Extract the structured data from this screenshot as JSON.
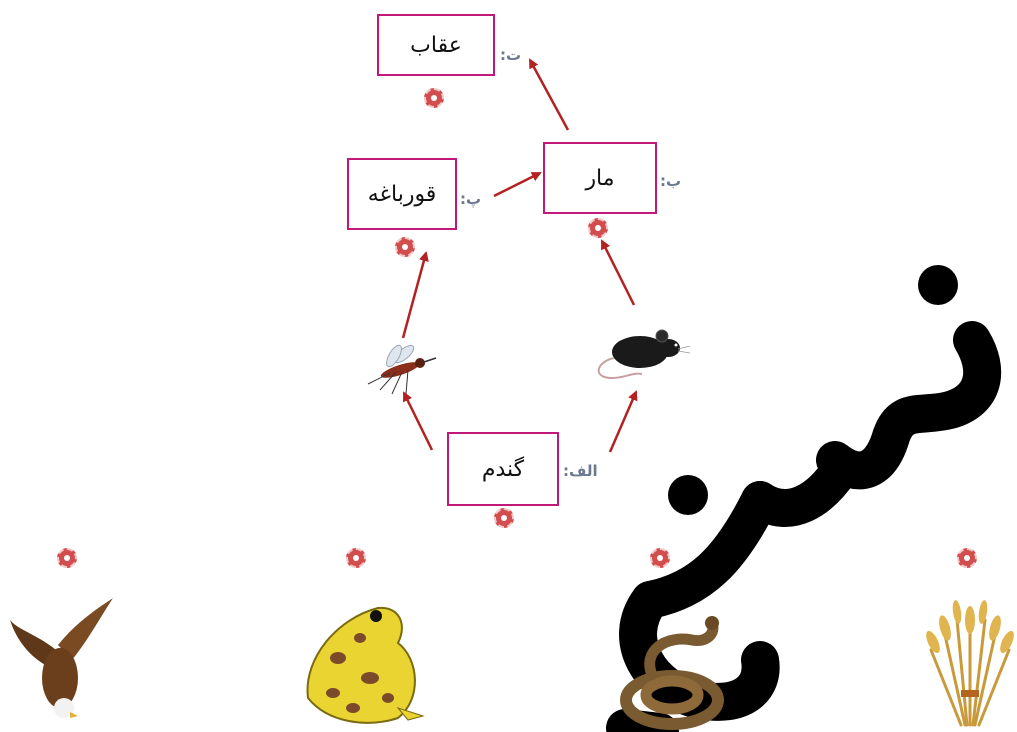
{
  "boxes": {
    "eagle": "عقاب",
    "frog": "قورباغه",
    "snake": "مار",
    "wheat": "گندم"
  },
  "letters": {
    "eagle": "ت:",
    "frog": "پ:",
    "snake": "ب:",
    "wheat": "الف:"
  },
  "colors": {
    "box_border": "#c2187a",
    "arrow": "#b22222",
    "badge": "#d24d4d",
    "watermark": "#000000"
  },
  "pictures": [
    "eagle",
    "frog",
    "snake",
    "wheat",
    "mosquito",
    "mouse"
  ]
}
